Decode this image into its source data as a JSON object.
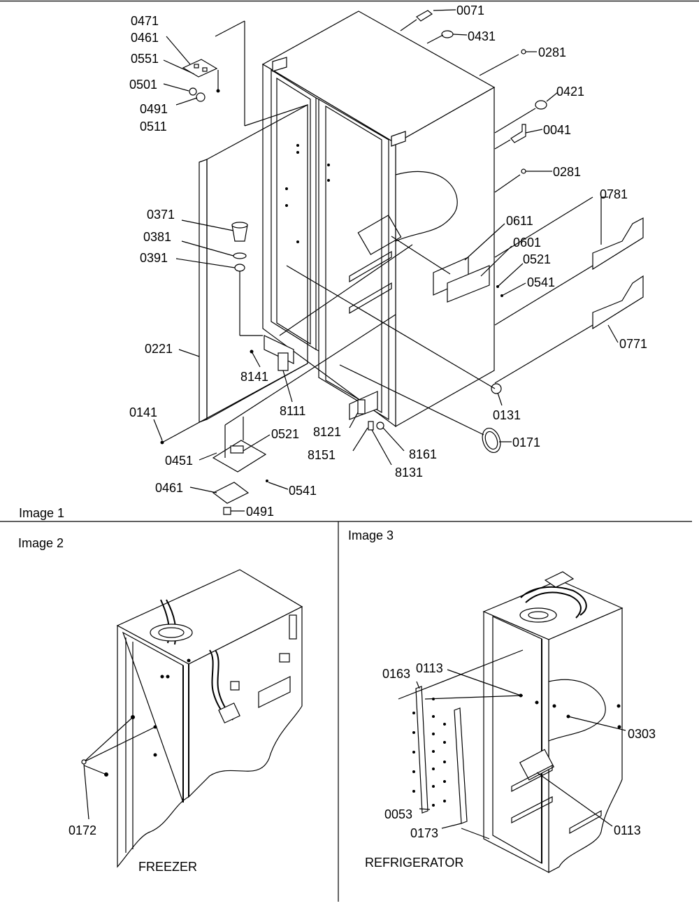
{
  "panels": {
    "image1": "Image 1",
    "image2": "Image 2",
    "image3": "Image 3"
  },
  "captions": {
    "freezer": "FREEZER",
    "refrigerator": "REFRIGERATOR"
  },
  "callouts_image1": [
    "0071",
    "0431",
    "0281",
    "0421",
    "0041",
    "0281",
    "0781",
    "0611",
    "0601",
    "0521",
    "0541",
    "0771",
    "0131",
    "0171",
    "8161",
    "8131",
    "8151",
    "8121",
    "8111",
    "8141",
    "0221",
    "0141",
    "0451",
    "0521",
    "0541",
    "0461",
    "0491",
    "0371",
    "0381",
    "0391",
    "0471",
    "0461",
    "0551",
    "0501",
    "0491",
    "0511"
  ],
  "callouts_image2": [
    "0172"
  ],
  "callouts_image3": [
    "0163",
    "0113",
    "0303",
    "0053",
    "0173",
    "0113"
  ]
}
